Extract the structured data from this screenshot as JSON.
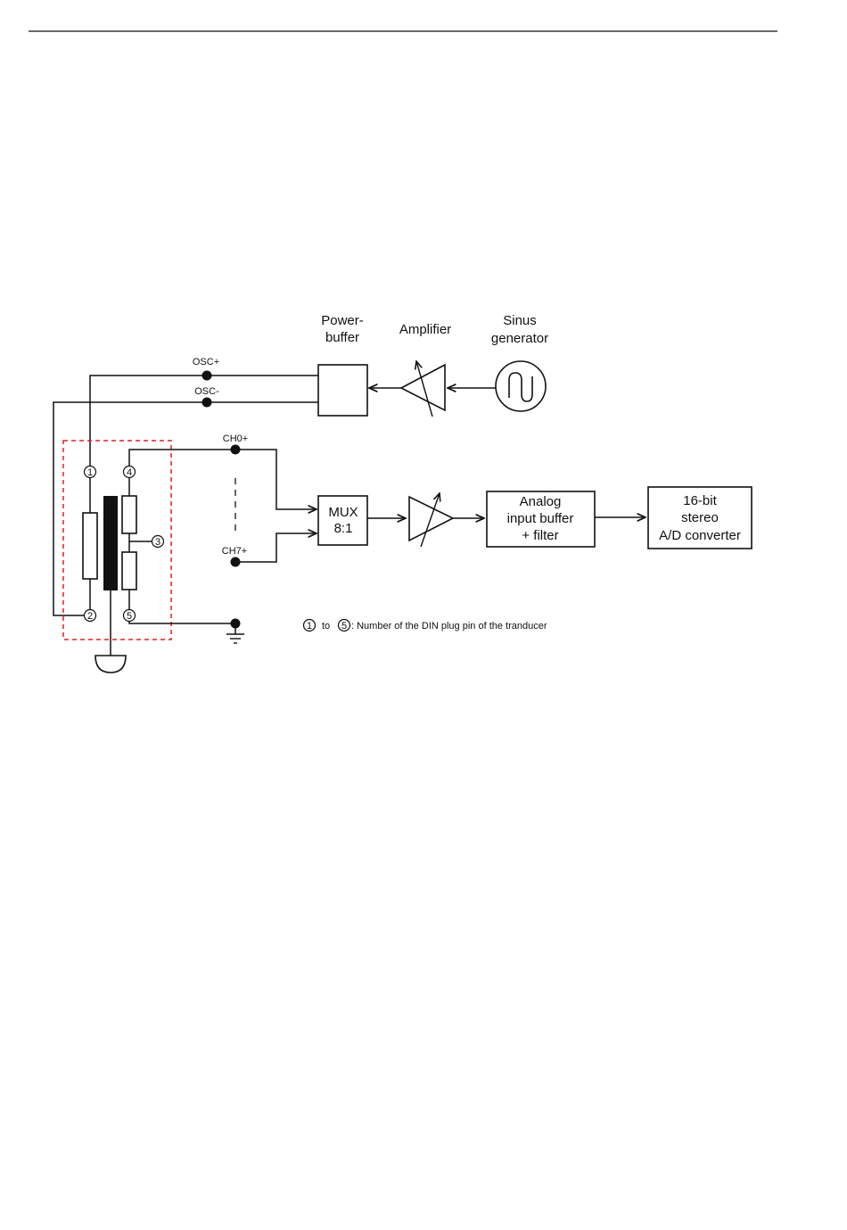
{
  "diagram": {
    "blocks": {
      "power_buffer": [
        "Power-",
        "buffer"
      ],
      "amplifier": "Amplifier",
      "sinus_generator": [
        "Sinus",
        "generator"
      ],
      "mux": [
        "MUX",
        "8:1"
      ],
      "analog_buffer": [
        "Analog",
        "input buffer",
        "+ filter"
      ],
      "adc": [
        "16-bit",
        "stereo",
        "A/D converter"
      ]
    },
    "signals": {
      "osc_plus": "OSC+",
      "osc_minus": "OSC-",
      "ch0": "CH0+",
      "ch7": "CH7+"
    },
    "pins": [
      "1",
      "2",
      "3",
      "4",
      "5"
    ],
    "legend": {
      "from_pin": "1",
      "to_text": "to",
      "to_pin": "5",
      "description": ": Number of the DIN plug pin of the tranducer"
    },
    "colors": {
      "line": "#111111",
      "dashed_box": "#e02020"
    }
  }
}
